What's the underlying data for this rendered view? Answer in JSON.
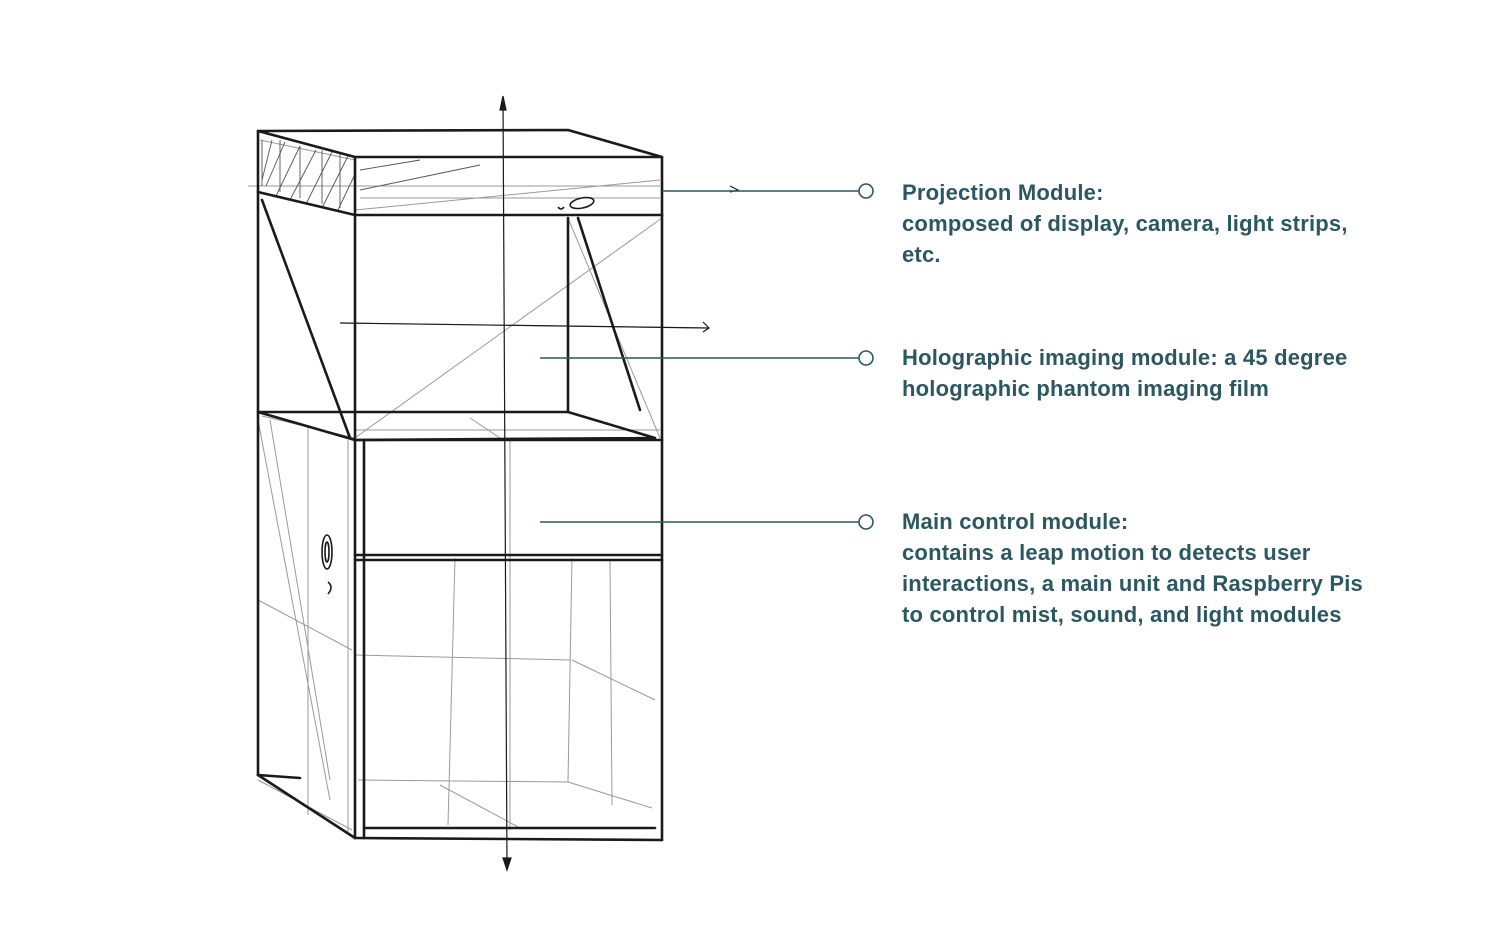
{
  "colors": {
    "annotation_text": "#2b5761",
    "leader_line": "#2b5761",
    "sketch_ink": "#1a1a1a"
  },
  "annotations": {
    "projection": {
      "title": "Projection Module:",
      "body": "composed of display, camera, light strips, etc."
    },
    "holographic": {
      "title": "Holographic imaging module: a 45 degree holographic phantom imaging film"
    },
    "control": {
      "title": "Main control module:",
      "body": "contains a leap motion to detects user interactions, a main unit and Raspberry Pis to control mist, sound, and light modules"
    }
  }
}
